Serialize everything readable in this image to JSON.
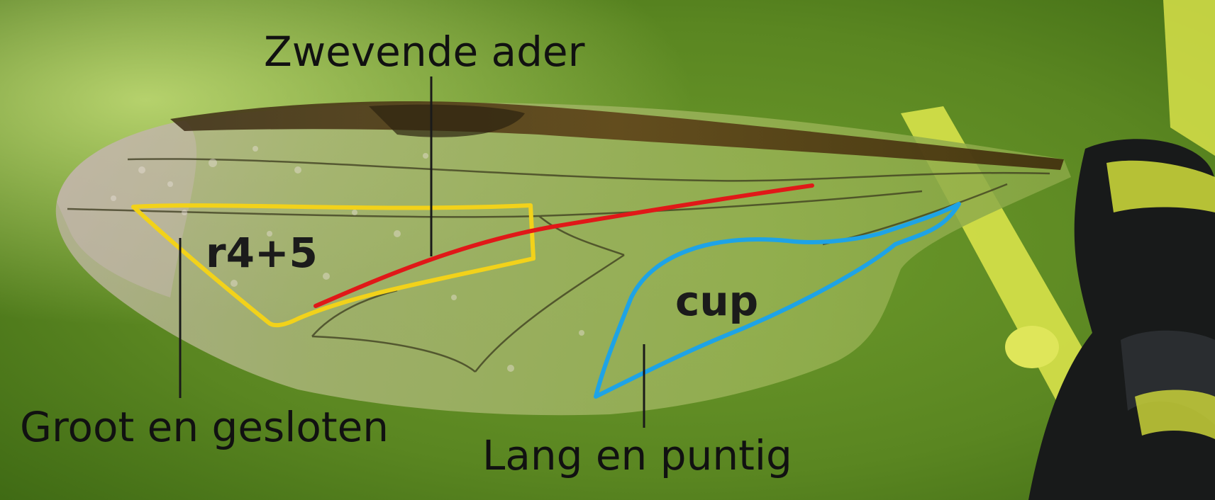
{
  "labels": {
    "zwevende_ader": "Zwevende ader",
    "groot_en_gesloten": "Groot en gesloten",
    "lang_en_puntig": "Lang en puntig",
    "r4_5": "r4+5",
    "cup": "cup"
  },
  "colors": {
    "background": "#5e8a22",
    "wing_membrane": "#9ab25a",
    "yellow_outline": "#f2d21a",
    "red_vein": "#e01818",
    "blue_outline": "#1ea3e6",
    "leader_line": "#1a1a1a"
  }
}
